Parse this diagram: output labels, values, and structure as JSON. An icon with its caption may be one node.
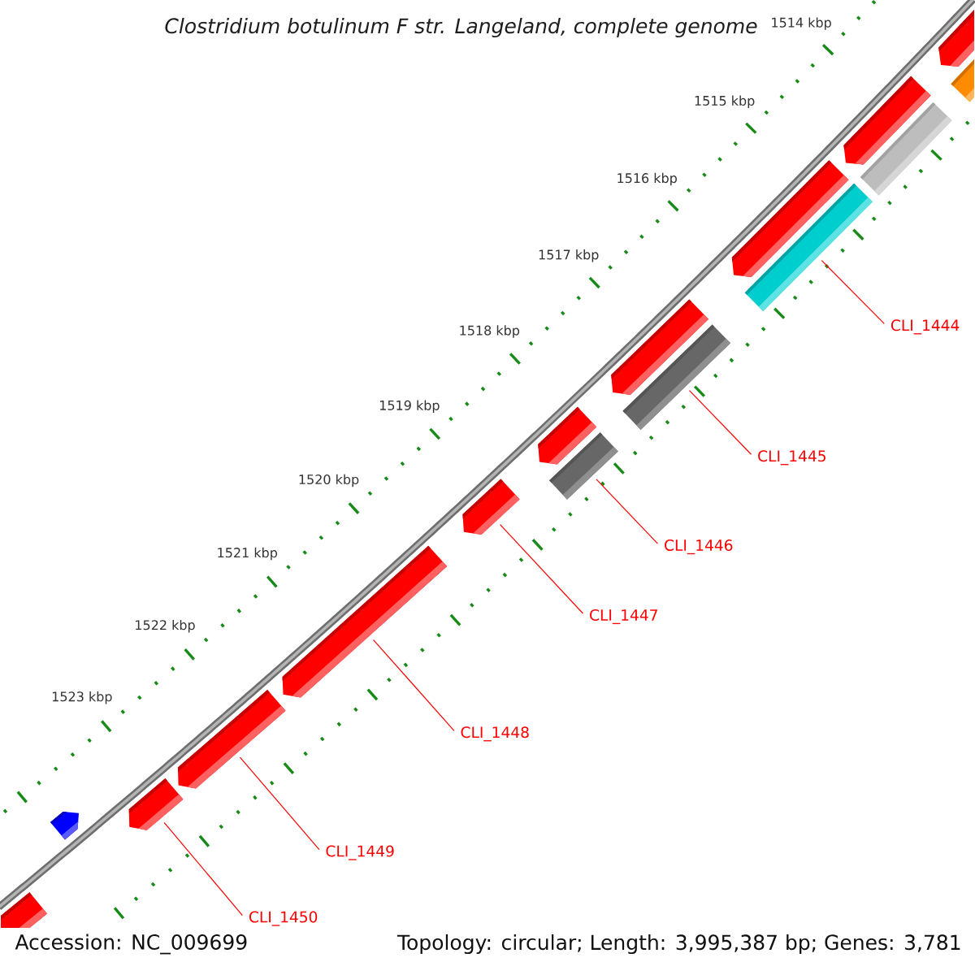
{
  "diagram": {
    "title": "Clostridium botulinum F str. Langeland, complete genome",
    "nodes": [
      {
        "text": [
          "CLI_1444"
        ]
      },
      {
        "text": [
          "CLI_1445"
        ]
      },
      {
        "text": [
          "CLI_1446"
        ]
      },
      {
        "text": [
          "CLI_1447"
        ]
      },
      {
        "text": [
          "CLI_1448"
        ]
      },
      {
        "text": [
          "CLI_1449"
        ]
      },
      {
        "text": [
          "CLI_1450"
        ]
      },
      {
        "text": [],
        "shape": "pentagon"
      },
      {
        "text": [],
        "shape": "bar"
      },
      {
        "text": [],
        "shape": "pentagon"
      },
      {
        "text": [],
        "shape": "bar"
      },
      {
        "text": [],
        "shape": "pentagon"
      },
      {
        "text": [],
        "shape": "bar"
      },
      {
        "text": [],
        "shape": "pentagon"
      },
      {
        "text": [],
        "shape": "bar"
      },
      {
        "text": [],
        "shape": "pentagon"
      },
      {
        "text": [],
        "shape": "bar"
      },
      {
        "text": [],
        "shape": "pentagon"
      },
      {
        "text": [],
        "shape": "pentagon"
      },
      {
        "text": [],
        "shape": "pentagon"
      },
      {
        "text": [],
        "shape": "pentagon"
      },
      {
        "text": [],
        "shape": "pentagon"
      },
      {
        "text": [],
        "shape": "pentagon"
      }
    ],
    "edges": [
      {
        "from": 0,
        "to": 12,
        "arrow": "none"
      },
      {
        "from": 1,
        "to": 14,
        "arrow": "none"
      },
      {
        "from": 2,
        "to": 16,
        "arrow": "none"
      },
      {
        "from": 3,
        "to": 17,
        "arrow": "none"
      },
      {
        "from": 4,
        "to": 18,
        "arrow": "none"
      },
      {
        "from": 5,
        "to": 19,
        "arrow": "none"
      },
      {
        "from": 6,
        "to": 20,
        "arrow": "none"
      }
    ],
    "labels": [
      "1514 kbp",
      "1515 kbp",
      "1516 kbp",
      "1517 kbp",
      "1518 kbp",
      "1519 kbp",
      "1520 kbp",
      "1521 kbp",
      "1522 kbp",
      "1523 kbp",
      "Accession: NC_009699",
      "Topology: circular; Length: 3,995,387 bp; Genes: 3,781"
    ]
  }
}
